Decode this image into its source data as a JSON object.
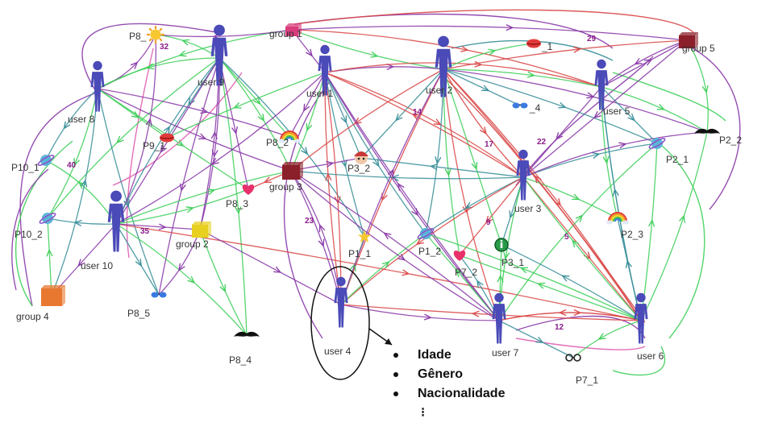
{
  "colors": {
    "edge_green": "#3fcf5a",
    "edge_purple": "#8a3aa8",
    "edge_red": "#d94848",
    "edge_teal": "#3a8f9a",
    "edge_pink": "#e05fb0",
    "user_figure": "#4a4ab8",
    "weight_text": "#8b1a8b"
  },
  "users": [
    {
      "id": "user_9",
      "label": "user 9"
    },
    {
      "id": "user_1",
      "label": "user 1"
    },
    {
      "id": "user_2",
      "label": "user 2"
    },
    {
      "id": "user_5",
      "label": "user 5"
    },
    {
      "id": "user_8",
      "label": "user 8"
    },
    {
      "id": "user_3",
      "label": "user 3"
    },
    {
      "id": "user_10",
      "label": "user 10"
    },
    {
      "id": "user_4",
      "label": "user 4"
    },
    {
      "id": "user_7",
      "label": "user 7"
    },
    {
      "id": "user_6",
      "label": "user 6"
    }
  ],
  "groups": [
    {
      "id": "group_1",
      "label": "group 1",
      "color": "#d83c7c"
    },
    {
      "id": "group_5",
      "label": "group 5",
      "color": "#8b1f2a"
    },
    {
      "id": "group_3",
      "label": "group 3",
      "color": "#8b1f2a"
    },
    {
      "id": "group_2",
      "label": "group 2",
      "color": "#e8d020"
    },
    {
      "id": "group_4",
      "label": "group 4",
      "color": "#e87830"
    }
  ],
  "items": [
    {
      "id": "P8_",
      "label": "P8_",
      "icon": "sun-icon"
    },
    {
      "id": "P9_1",
      "label": "P9_1",
      "icon": "lips-icon"
    },
    {
      "id": "P8_2",
      "label": "P8_2",
      "icon": "rainbow-icon"
    },
    {
      "id": "P10_1",
      "label": "P10_1",
      "icon": "planet-icon"
    },
    {
      "id": "P8_3",
      "label": "P8_3",
      "icon": "heart-icon"
    },
    {
      "id": "P10_2",
      "label": "P10_2",
      "icon": "planet-icon"
    },
    {
      "id": "P8_5",
      "label": "P8_5",
      "icon": "sunglasses-icon"
    },
    {
      "id": "P8_4",
      "label": "P8_4",
      "icon": "mustache-icon"
    },
    {
      "id": "P3_2",
      "label": "P3_2",
      "icon": "face-icon"
    },
    {
      "id": "P1_1",
      "label": "P1_1",
      "icon": "star-icon"
    },
    {
      "id": "P1_2",
      "label": "P1_2",
      "icon": "planet-icon"
    },
    {
      "id": "P7_2",
      "label": "P7_2",
      "icon": "heart-icon"
    },
    {
      "id": "P3_1",
      "label": "P3_1",
      "icon": "info-icon"
    },
    {
      "id": "P_1",
      "label": "_1",
      "icon": "lips-icon"
    },
    {
      "id": "P_4",
      "label": "_4",
      "icon": "sunglasses-icon"
    },
    {
      "id": "P2_1",
      "label": "P2_1",
      "icon": "planet-icon"
    },
    {
      "id": "P2_2",
      "label": "P2_2",
      "icon": "mustache-icon"
    },
    {
      "id": "P2_3",
      "label": "P2_3",
      "icon": "rainbow-icon"
    },
    {
      "id": "P7_1",
      "label": "P7_1",
      "icon": "glasses-icon"
    }
  ],
  "edge_weights": [
    "32",
    "29",
    "14",
    "17",
    "22",
    "40",
    "35",
    "23",
    "9",
    "5",
    "12"
  ],
  "attributes": [
    "Idade",
    "Gênero",
    "Nacionalidade",
    "⁝"
  ]
}
